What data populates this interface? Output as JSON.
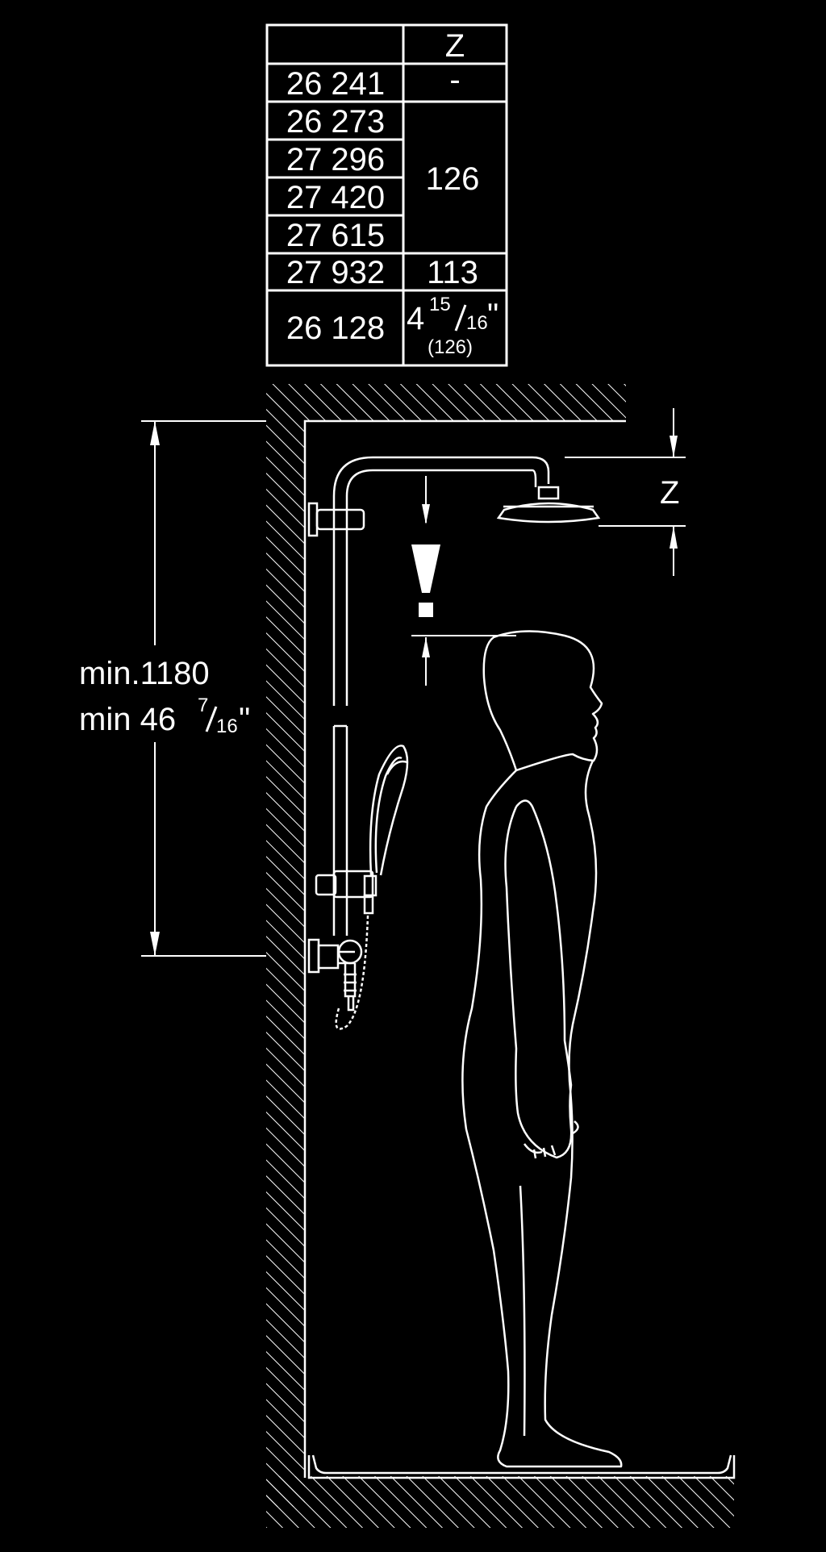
{
  "table": {
    "header": "Z",
    "rows": [
      {
        "code": "26 241",
        "z": "-"
      },
      {
        "code": "26 273",
        "z": ""
      },
      {
        "code": "27 296",
        "z": ""
      },
      {
        "code": "27 420",
        "z": ""
      },
      {
        "code": "27 615",
        "z": ""
      },
      {
        "code": "27 932",
        "z": "113"
      },
      {
        "code": "26 128",
        "z": ""
      }
    ],
    "merged_z_value": "126",
    "last_row": {
      "whole": "4",
      "num": "15",
      "den": "16",
      "inch": "\"",
      "metric": "(126)"
    }
  },
  "dimensions": {
    "height_mm": "min.1180",
    "height_in_prefix": "min 46",
    "height_in_num": "7",
    "height_in_den": "16",
    "height_in_suffix": "\"",
    "z_label": "Z",
    "warning_symbol": "!"
  }
}
